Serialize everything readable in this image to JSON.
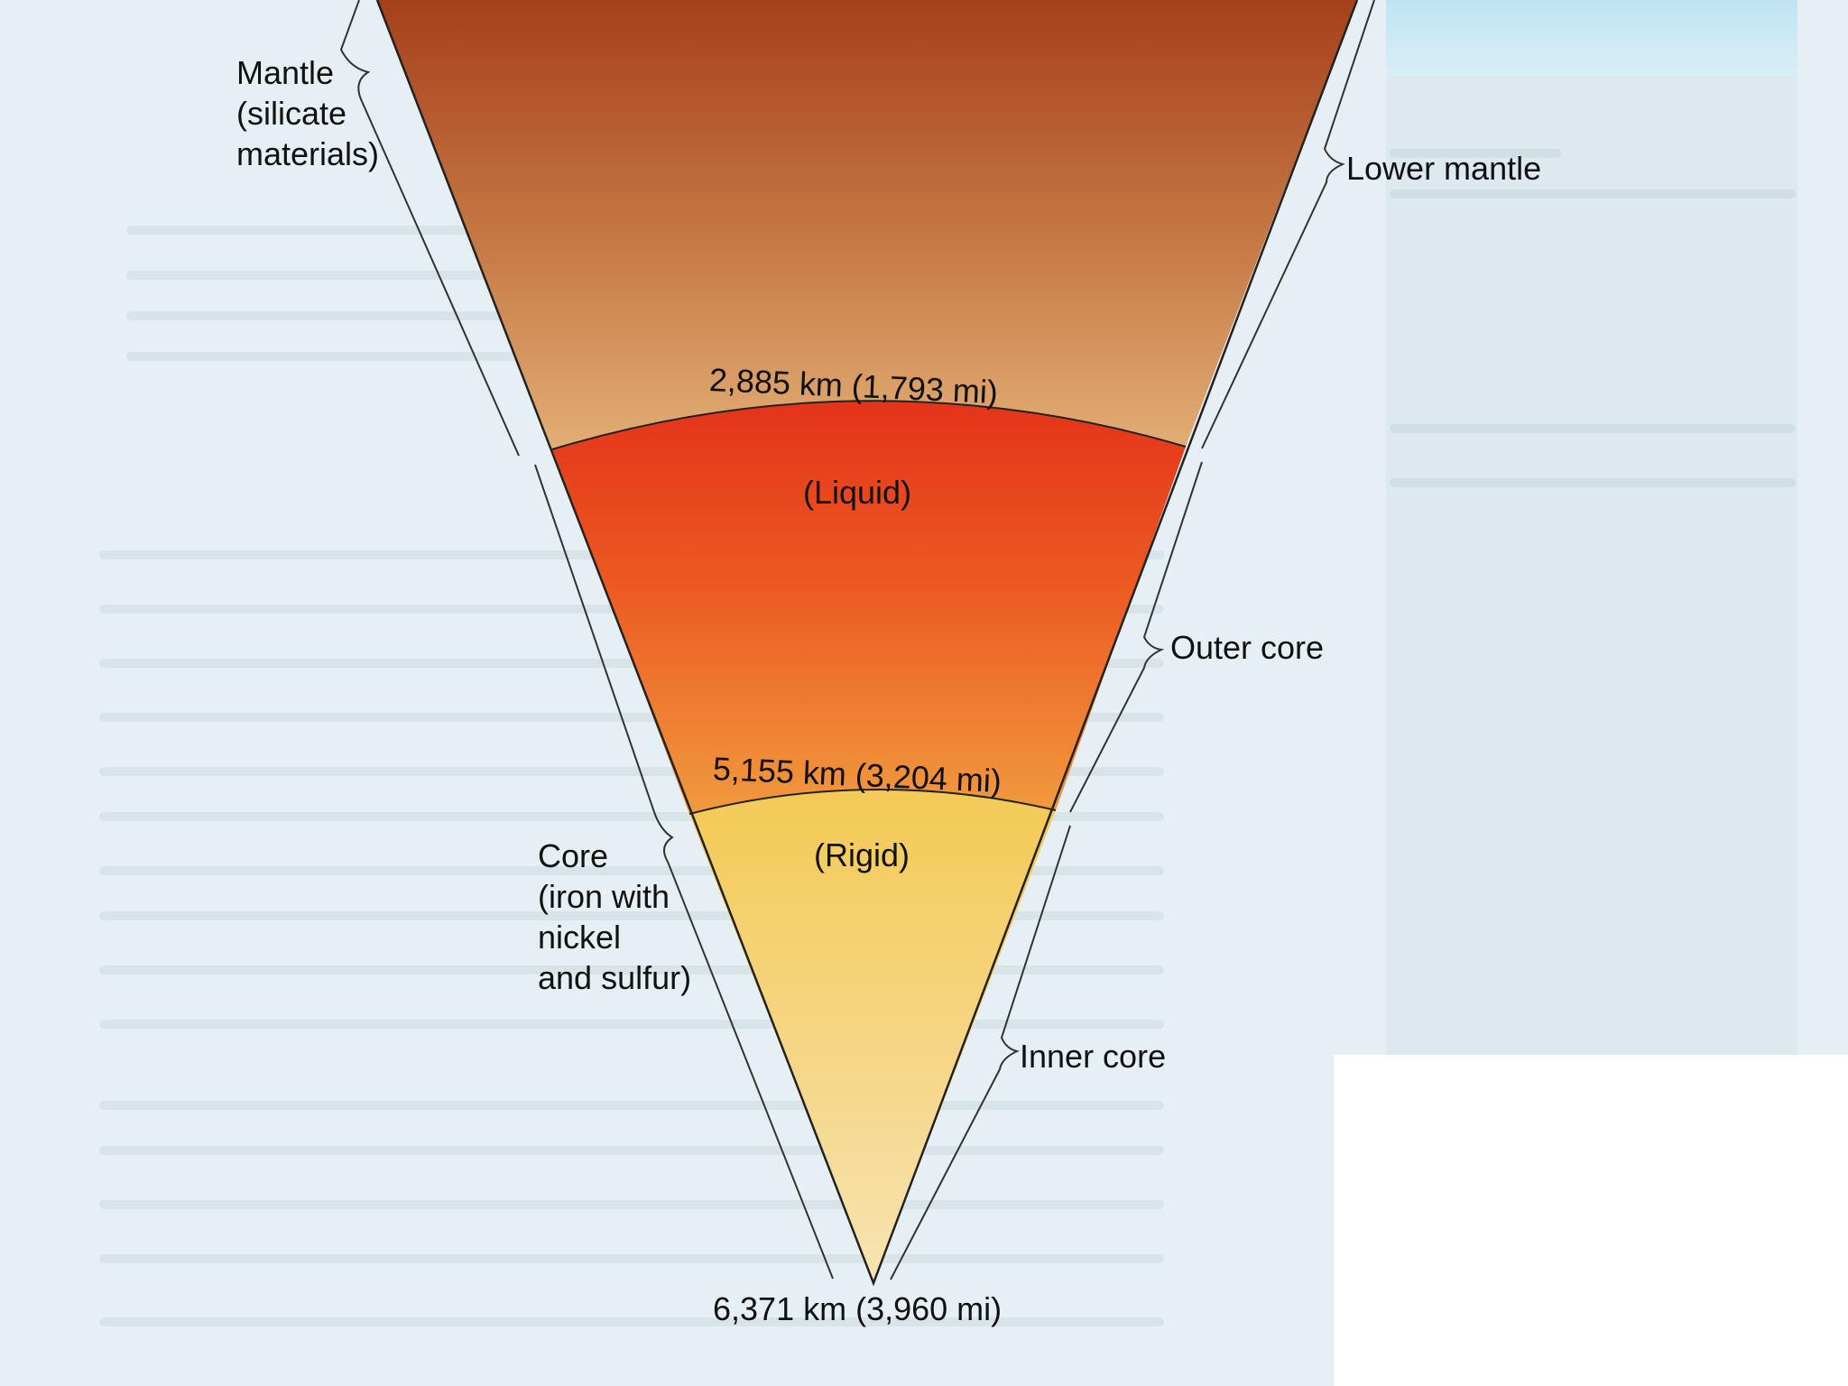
{
  "diagram": {
    "depth_labels": {
      "mantle_core_boundary": "2,885 km (1,793 mi)",
      "outer_inner_boundary": "5,155 km (3,204 mi)",
      "center": "6,371 km (3,960 mi)"
    },
    "state_labels": {
      "outer_core": "(Liquid)",
      "inner_core": "(Rigid)"
    },
    "left_labels": {
      "mantle": [
        "Mantle",
        "(silicate",
        "materials)"
      ],
      "core": [
        "Core",
        "(iron with",
        "nickel",
        "and sulfur)"
      ]
    },
    "right_labels": {
      "lower_mantle": "Lower mantle",
      "outer_core": "Outer core",
      "inner_core": "Inner core"
    },
    "colors": {
      "mantle_top": "#a5401c",
      "mantle_bottom": "#e2ae75",
      "outer_core_top": "#e4331a",
      "outer_core_bottom": "#f19a3e",
      "inner_core_top": "#f4ca55",
      "inner_core_bottom": "#f7e3b3",
      "page_background": "#e6f0f4"
    }
  }
}
